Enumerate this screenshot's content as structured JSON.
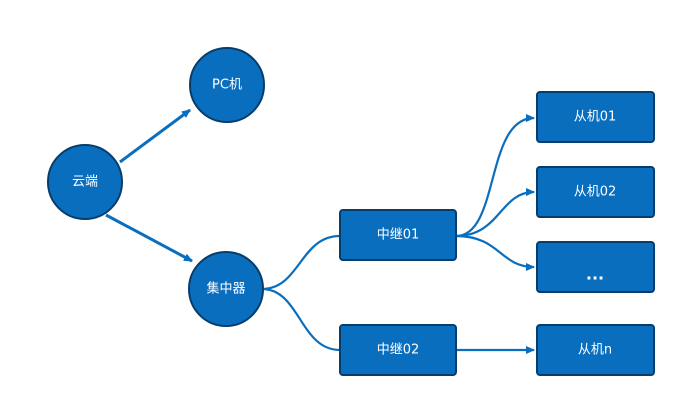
{
  "nodes": {
    "cloud": {
      "label": "云端"
    },
    "pc": {
      "label": "PC机"
    },
    "hub": {
      "label": "集中器"
    },
    "relay01": {
      "label": "中继01"
    },
    "relay02": {
      "label": "中继02"
    },
    "slave01": {
      "label": "从机01"
    },
    "slave02": {
      "label": "从机02"
    },
    "slave_more": {
      "label": "..."
    },
    "slave_n": {
      "label": "从机n"
    }
  },
  "colors": {
    "node_fill": "#0a6ebf",
    "node_border": "#073d6b",
    "edge": "#0a6ebf",
    "label": "#ffffff",
    "background": "#ffffff"
  }
}
